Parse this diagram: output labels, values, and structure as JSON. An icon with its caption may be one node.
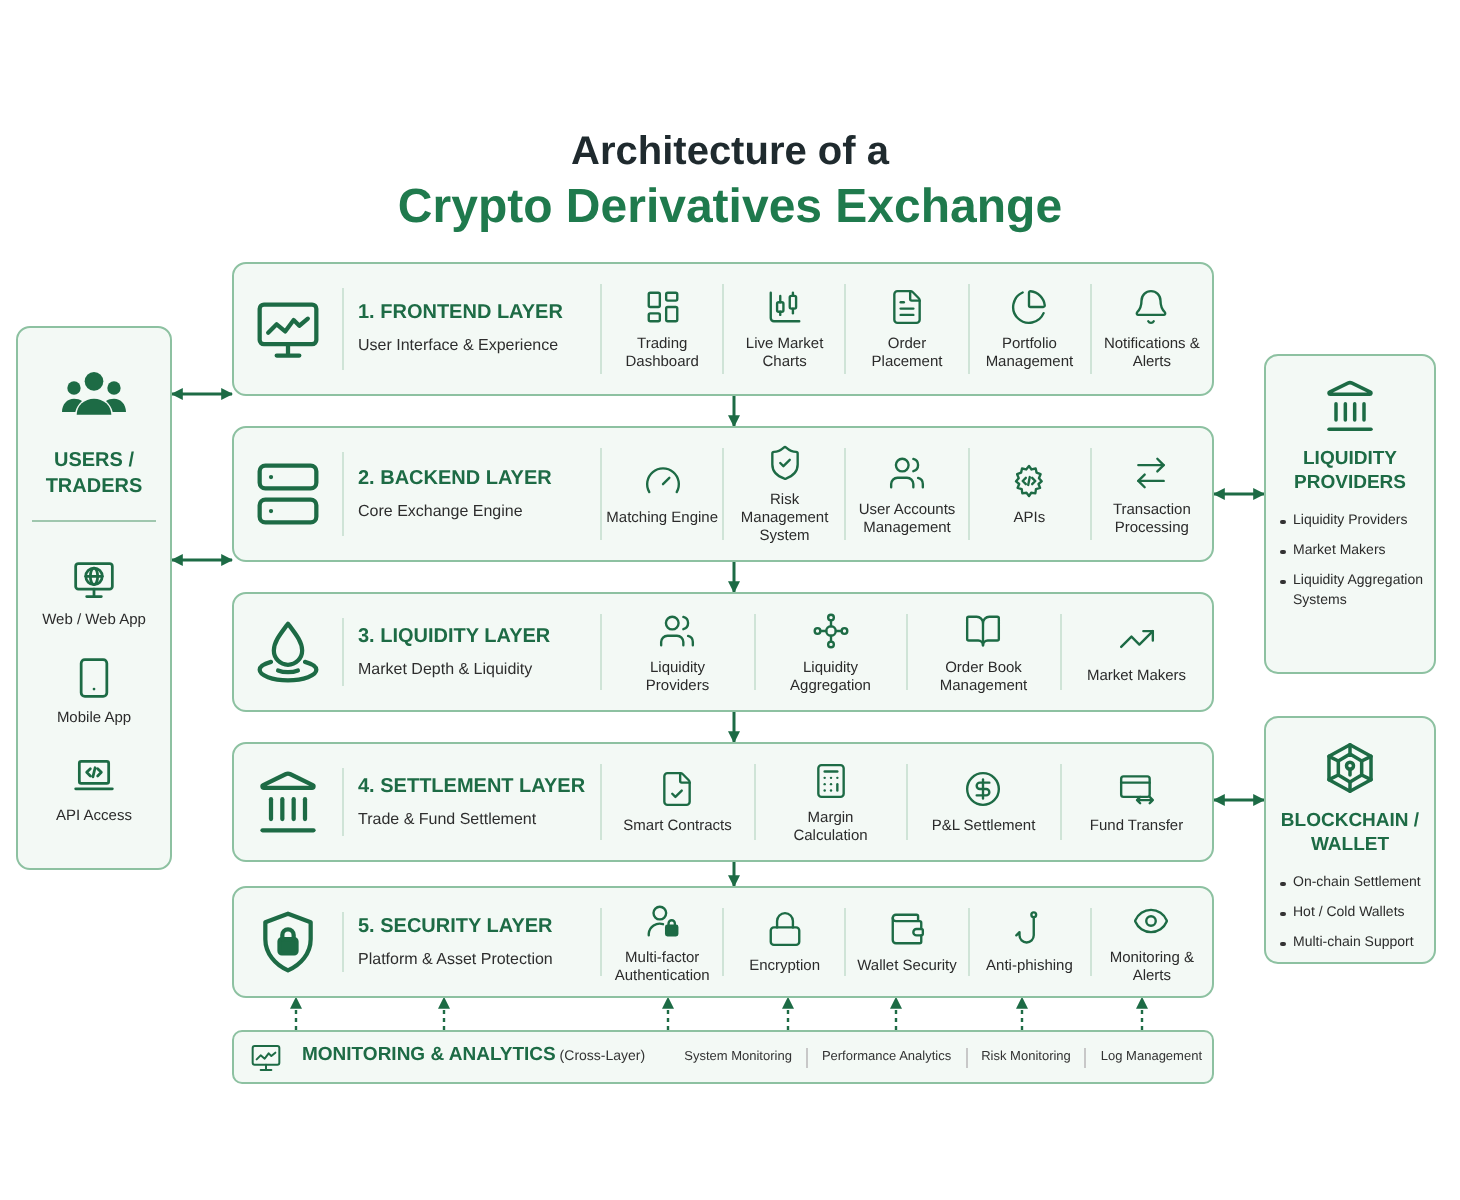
{
  "diagram": {
    "title": "Architecture of a **Crypto Derivatives Exchange**",
    "nodes": [
      {
        "text": [
          "USERS / TRADERS",
          "Web / Web App",
          "Mobile App",
          "API Access"
        ]
      },
      {
        "text": [
          "1. FRONTEND LAYER",
          "User Interface & Experience",
          "Trading Dashboard",
          "Live Market Charts",
          "Order Placement",
          "Portfolio Management",
          "Notifications & Alerts"
        ]
      },
      {
        "text": [
          "2. BACKEND LAYER",
          "Core Exchange Engine",
          "Matching Engine",
          "Risk Management System",
          "User Accounts Management",
          "APIs",
          "Transaction Processing"
        ]
      },
      {
        "text": [
          "3. LIQUIDITY LAYER",
          "Market Depth & Liquidity",
          "Liquidity Providers",
          "Liquidity Aggregation",
          "Order Book Management",
          "Market Makers"
        ]
      },
      {
        "text": [
          "4. SETTLEMENT LAYER",
          "Trade & Fund Settlement",
          "Smart Contracts",
          "Margin Calculation",
          "P&L Settlement",
          "Fund Transfer"
        ]
      },
      {
        "text": [
          "5. SECURITY LAYER",
          "Platform & Asset Protection",
          "Multi-factor Authentication",
          "Encryption",
          "Wallet Security",
          "Anti-phishing",
          "Monitoring & Alerts"
        ]
      },
      {
        "text": [
          "**MONITORING & ANALYTICS** (Cross-Layer)",
          "System Monitoring",
          "Performance Analytics",
          "Risk Monitoring",
          "Log Management"
        ]
      },
      {
        "text": [
          "LIQUIDITY PROVIDERS",
          "Liquidity Providers",
          "Market Makers",
          "Liquidity Aggregation Systems"
        ]
      },
      {
        "text": [
          "BLOCKCHAIN / WALLET",
          "On-chain Settlement",
          "Hot / Cold Wallets",
          "Multi-chain Support"
        ]
      }
    ],
    "edges": [
      {
        "from": 0,
        "to": 1,
        "arrow": "both"
      },
      {
        "from": 0,
        "to": 2,
        "arrow": "both"
      },
      {
        "from": 1,
        "to": 2,
        "arrow": "to"
      },
      {
        "from": 2,
        "to": 3,
        "arrow": "to"
      },
      {
        "from": 3,
        "to": 4,
        "arrow": "to"
      },
      {
        "from": 4,
        "to": 5,
        "arrow": "to"
      },
      {
        "from": 2,
        "to": 7,
        "arrow": "both"
      },
      {
        "from": 4,
        "to": 8,
        "arrow": "both"
      },
      {
        "from": 6,
        "to": 5,
        "arrow": "to",
        "style": "dashed"
      },
      {
        "from": 6,
        "to": 5,
        "arrow": "to",
        "style": "dashed"
      },
      {
        "from": 6,
        "to": 5,
        "arrow": "to",
        "style": "dashed"
      },
      {
        "from": 6,
        "to": 5,
        "arrow": "to",
        "style": "dashed"
      },
      {
        "from": 6,
        "to": 5,
        "arrow": "to",
        "style": "dashed"
      },
      {
        "from": 6,
        "to": 5,
        "arrow": "to",
        "style": "dashed"
      },
      {
        "from": 6,
        "to": 5,
        "arrow": "to",
        "style": "dashed"
      }
    ]
  }
}
